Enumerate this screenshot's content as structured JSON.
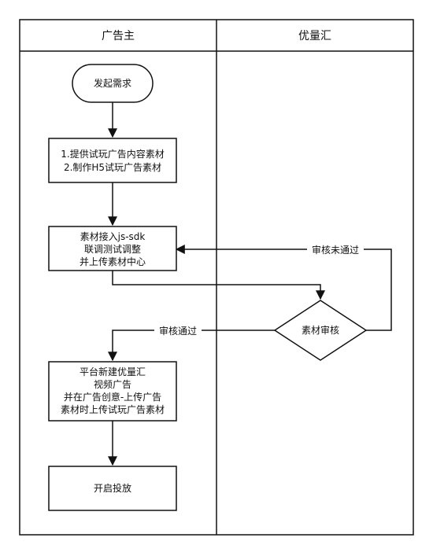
{
  "lanes": {
    "left_title": "广告主",
    "right_title": "优量汇"
  },
  "nodes": {
    "start": "发起需求",
    "step1": [
      "1.提供试玩广告内容素材",
      "2.制作H5试玩广告素材"
    ],
    "step2": [
      "素材接入js-sdk",
      "联调测试调整",
      "并上传素材中心"
    ],
    "review": "素材审核",
    "step3": [
      "平台新建优量汇",
      "视频广告",
      "并在广告创意-上传广告",
      "素材时上传试玩广告素材"
    ],
    "end": "开启投放"
  },
  "edges": {
    "reject_label": "审核未通过",
    "approve_label": "审核通过"
  }
}
